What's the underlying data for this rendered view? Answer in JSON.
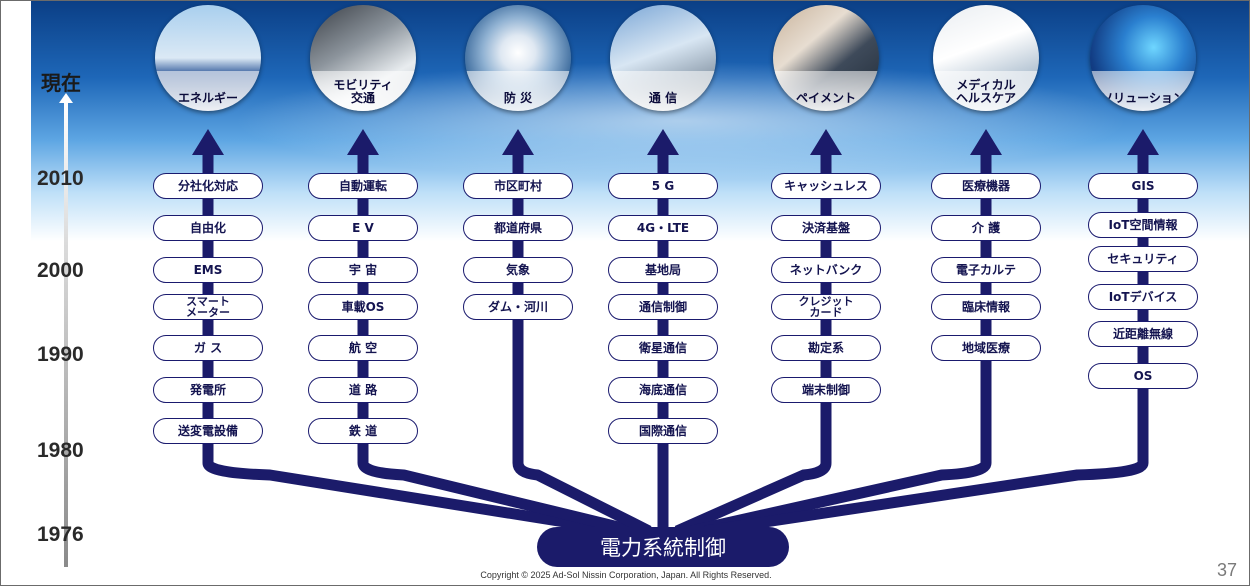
{
  "timeline": {
    "now": "現在",
    "years": [
      "2010",
      "2000",
      "1990",
      "1980",
      "1976"
    ]
  },
  "root": "電力系統制御",
  "categories": [
    {
      "label": "エネルギー",
      "photo": "wind-turbines-solar-panels",
      "items": [
        "分社化対応",
        "自由化",
        "EMS",
        "スマート\nメーター",
        "ガ ス",
        "発電所",
        "送変電設備"
      ]
    },
    {
      "label": "モビリティ\n交通",
      "photo": "electric-car-charging",
      "items": [
        "自動運転",
        "E V",
        "宇 宙",
        "車載OS",
        "航 空",
        "道 路",
        "鉄 道"
      ]
    },
    {
      "label": "防 災",
      "photo": "typhoon-satellite-view",
      "items": [
        "市区町村",
        "都道府県",
        "気象",
        "ダム・河川"
      ]
    },
    {
      "label": "通 信",
      "photo": "satellite-dish",
      "items": [
        "5 G",
        "4G・LTE",
        "基地局",
        "通信制御",
        "衛星通信",
        "海底通信",
        "国際通信"
      ]
    },
    {
      "label": "ペイメント",
      "photo": "card-payment-terminal",
      "items": [
        "キャッシュレス",
        "決済基盤",
        "ネットバンク",
        "クレジット\nカード",
        "勘定系",
        "端末制御"
      ]
    },
    {
      "label": "メディカル\nヘルスケア",
      "photo": "doctor-stethoscope",
      "items": [
        "医療機器",
        "介 護",
        "電子カルテ",
        "臨床情報",
        "地域医療"
      ]
    },
    {
      "label": "ソリューション",
      "photo": "ai-network-hexagons",
      "items": [
        "GIS",
        "IoT空間情報",
        "セキュリティ",
        "IoTデバイス",
        "近距離無線",
        "OS"
      ]
    }
  ],
  "footer": {
    "copyright": "Copyright © 2025 Ad-Sol Nissin Corporation, Japan. All Rights Reserved.",
    "page_number": "37"
  },
  "colors": {
    "navy": "#1b1b6a",
    "sky_top": "#0b3f86",
    "sky_bottom": "#bfe0f8"
  }
}
